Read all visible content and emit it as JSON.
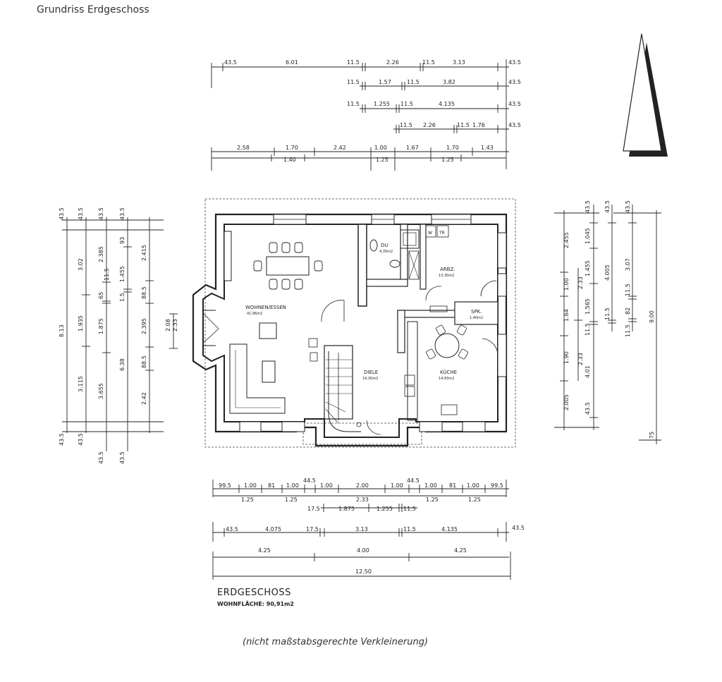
{
  "title": "Grundriss Erdgeschoss",
  "floor_label": "ERDGESCHOSS",
  "area_label": "WOHNFLÄCHE: 90,91m2",
  "note": "(nicht maßstabsgerechte Verkleinerung)",
  "rooms": {
    "wohnen": "WOHNEN/ESSEN",
    "wohnen_area": "41,96m2",
    "du": "DU",
    "du_area": "4,35m2",
    "arbz": "ARBZ.",
    "arbz_area": "13,30m2",
    "spk": "SPK.",
    "spk_area": "1,40m2",
    "diele": "DIELE",
    "diele_area": "14,30m2",
    "kueche": "KÜCHE",
    "kueche_area": "14,83m2",
    "w": "W",
    "tr": "TR"
  },
  "dims": {
    "top": {
      "r1": [
        "43.5",
        "6.01",
        "11.5",
        "2.26",
        "11.5",
        "3.13",
        "43.5"
      ],
      "r2": [
        "11.5",
        "1.57",
        "11.5",
        "3.82",
        "43.5"
      ],
      "r3": [
        "11.5",
        "1.255",
        "11.5",
        "4.135",
        "43.5"
      ],
      "r4": [
        "11.5",
        "2.26",
        "11.5",
        "1.76",
        "43.5"
      ],
      "r5": [
        "2.58",
        "1.70",
        "2.42",
        "1.00",
        "1.67",
        "1.70",
        "1.43"
      ],
      "r5b": [
        "1.40",
        "1.25",
        "1.25"
      ]
    },
    "left": {
      "c1": [
        "43.5",
        "8.13",
        "43.5"
      ],
      "c2": [
        "43.5",
        "3.02",
        "1.935",
        "3.115",
        "43.5"
      ],
      "c3": [
        "43.5",
        "2.385",
        "65",
        "11.5",
        "1.875",
        "3.655",
        "43.5"
      ],
      "c4": [
        "43.5",
        "93",
        "1.455",
        "1.5",
        "6.38",
        "43.5"
      ],
      "c5": [
        "2.415",
        "88.5",
        "2.395",
        "88.5",
        "2.42"
      ],
      "c6": [
        "2.08",
        "2.33"
      ]
    },
    "right": {
      "c1": [
        "2.455",
        "1.00",
        "1.64",
        "1.90",
        "2.005"
      ],
      "c2": [
        "2.33",
        "2.33"
      ],
      "c3": [
        "43.5",
        "1.045",
        "1.455",
        "1.565",
        "11.5",
        "4.01",
        "43.5"
      ],
      "c4": [
        "43.5",
        "4.005",
        "11.5"
      ],
      "c5": [
        "43.5",
        "3.07",
        "11.5",
        "82",
        "11.5"
      ],
      "c6": [
        "9.00",
        "75"
      ]
    },
    "bottom": {
      "r1": [
        "99.5",
        "1.00",
        "81",
        "1.00",
        "44.5",
        "1.00",
        "2.00",
        "1.00",
        "44.5",
        "1.00",
        "81",
        "1.00",
        "99.5"
      ],
      "r1b": [
        "1.25",
        "1.25",
        "2.33",
        "1.25",
        "1.25"
      ],
      "r2": [
        "17.5",
        "1.875",
        "1.255",
        "11.5"
      ],
      "r3": [
        "43.5",
        "4.075",
        "17.5",
        "3.13",
        "11.5",
        "4.135",
        "43.5"
      ],
      "r4": [
        "4.25",
        "4.00",
        "4.25"
      ],
      "r5": [
        "12.50"
      ]
    }
  }
}
